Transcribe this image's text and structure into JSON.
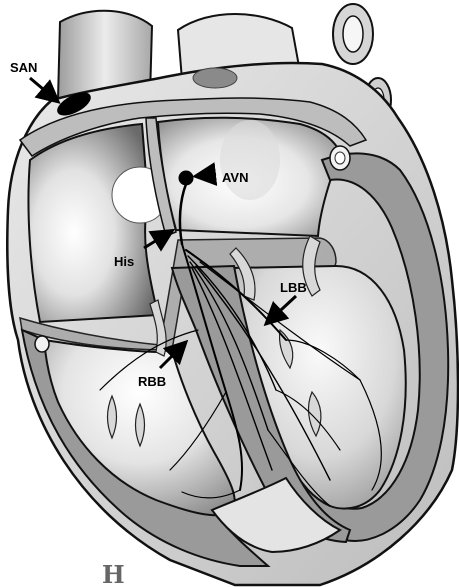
{
  "labels": {
    "san": "SAN",
    "avn": "AVN",
    "his": "His",
    "lbb": "LBB",
    "rbb": "RBB"
  },
  "logo": {
    "text": "H"
  },
  "colors": {
    "outline": "#111111",
    "wall": "#9a9a9a",
    "chamber_light": "#f2f2f2",
    "chamber_mid": "#cfcfcf",
    "chamber_dark": "#6e6e6e",
    "conduction": "#000000"
  },
  "icons": [
    "arrow-icon",
    "sinoatrial-node-icon",
    "atrioventricular-node-icon"
  ]
}
